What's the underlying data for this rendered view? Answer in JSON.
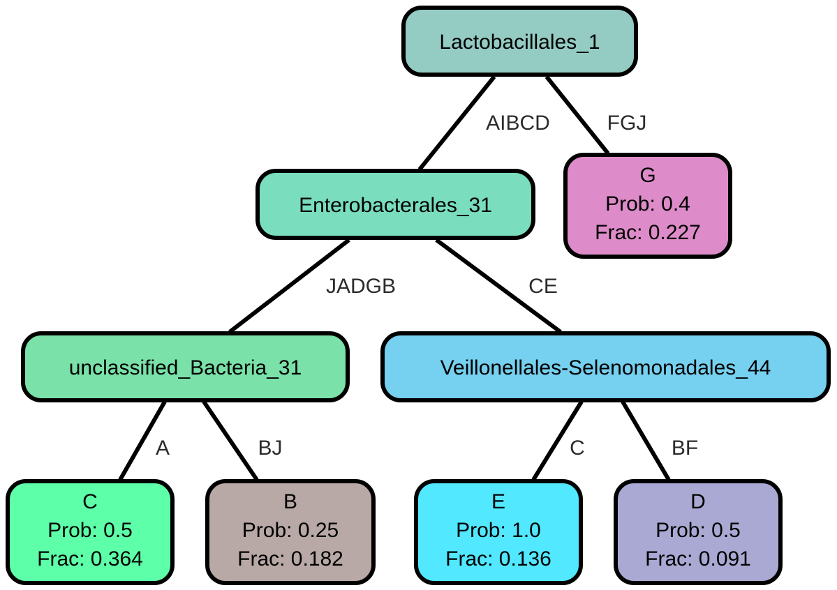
{
  "tree": {
    "nodes": {
      "root": {
        "label": "Lactobacillales_1",
        "color": "#94ccc4"
      },
      "n_entero": {
        "label": "Enterobacterales_31",
        "color": "#79ddbe"
      },
      "n_unclass": {
        "label": "unclassified_Bacteria_31",
        "color": "#7ae2a9"
      },
      "n_veill": {
        "label": "Veillonellales-Selenomonadales_44",
        "color": "#76d0ef"
      },
      "leaf_g": {
        "label": "G",
        "prob": "Prob: 0.4",
        "frac": "Frac: 0.227",
        "color": "#dd8cc9"
      },
      "leaf_c": {
        "label": "C",
        "prob": "Prob: 0.5",
        "frac": "Frac: 0.364",
        "color": "#5dffa8"
      },
      "leaf_b": {
        "label": "B",
        "prob": "Prob: 0.25",
        "frac": "Frac: 0.182",
        "color": "#b9a9a6"
      },
      "leaf_e": {
        "label": "E",
        "prob": "Prob: 1.0",
        "frac": "Frac: 0.136",
        "color": "#52e8ff"
      },
      "leaf_d": {
        "label": "D",
        "prob": "Prob: 0.5",
        "frac": "Frac: 0.091",
        "color": "#a9a9d3"
      }
    },
    "edges": {
      "root_entero": "AIBCD",
      "root_g": "FGJ",
      "entero_unclass": "JADGB",
      "entero_veill": "CE",
      "unclass_c": "A",
      "unclass_b": "BJ",
      "veill_e": "C",
      "veill_d": "BF"
    }
  }
}
